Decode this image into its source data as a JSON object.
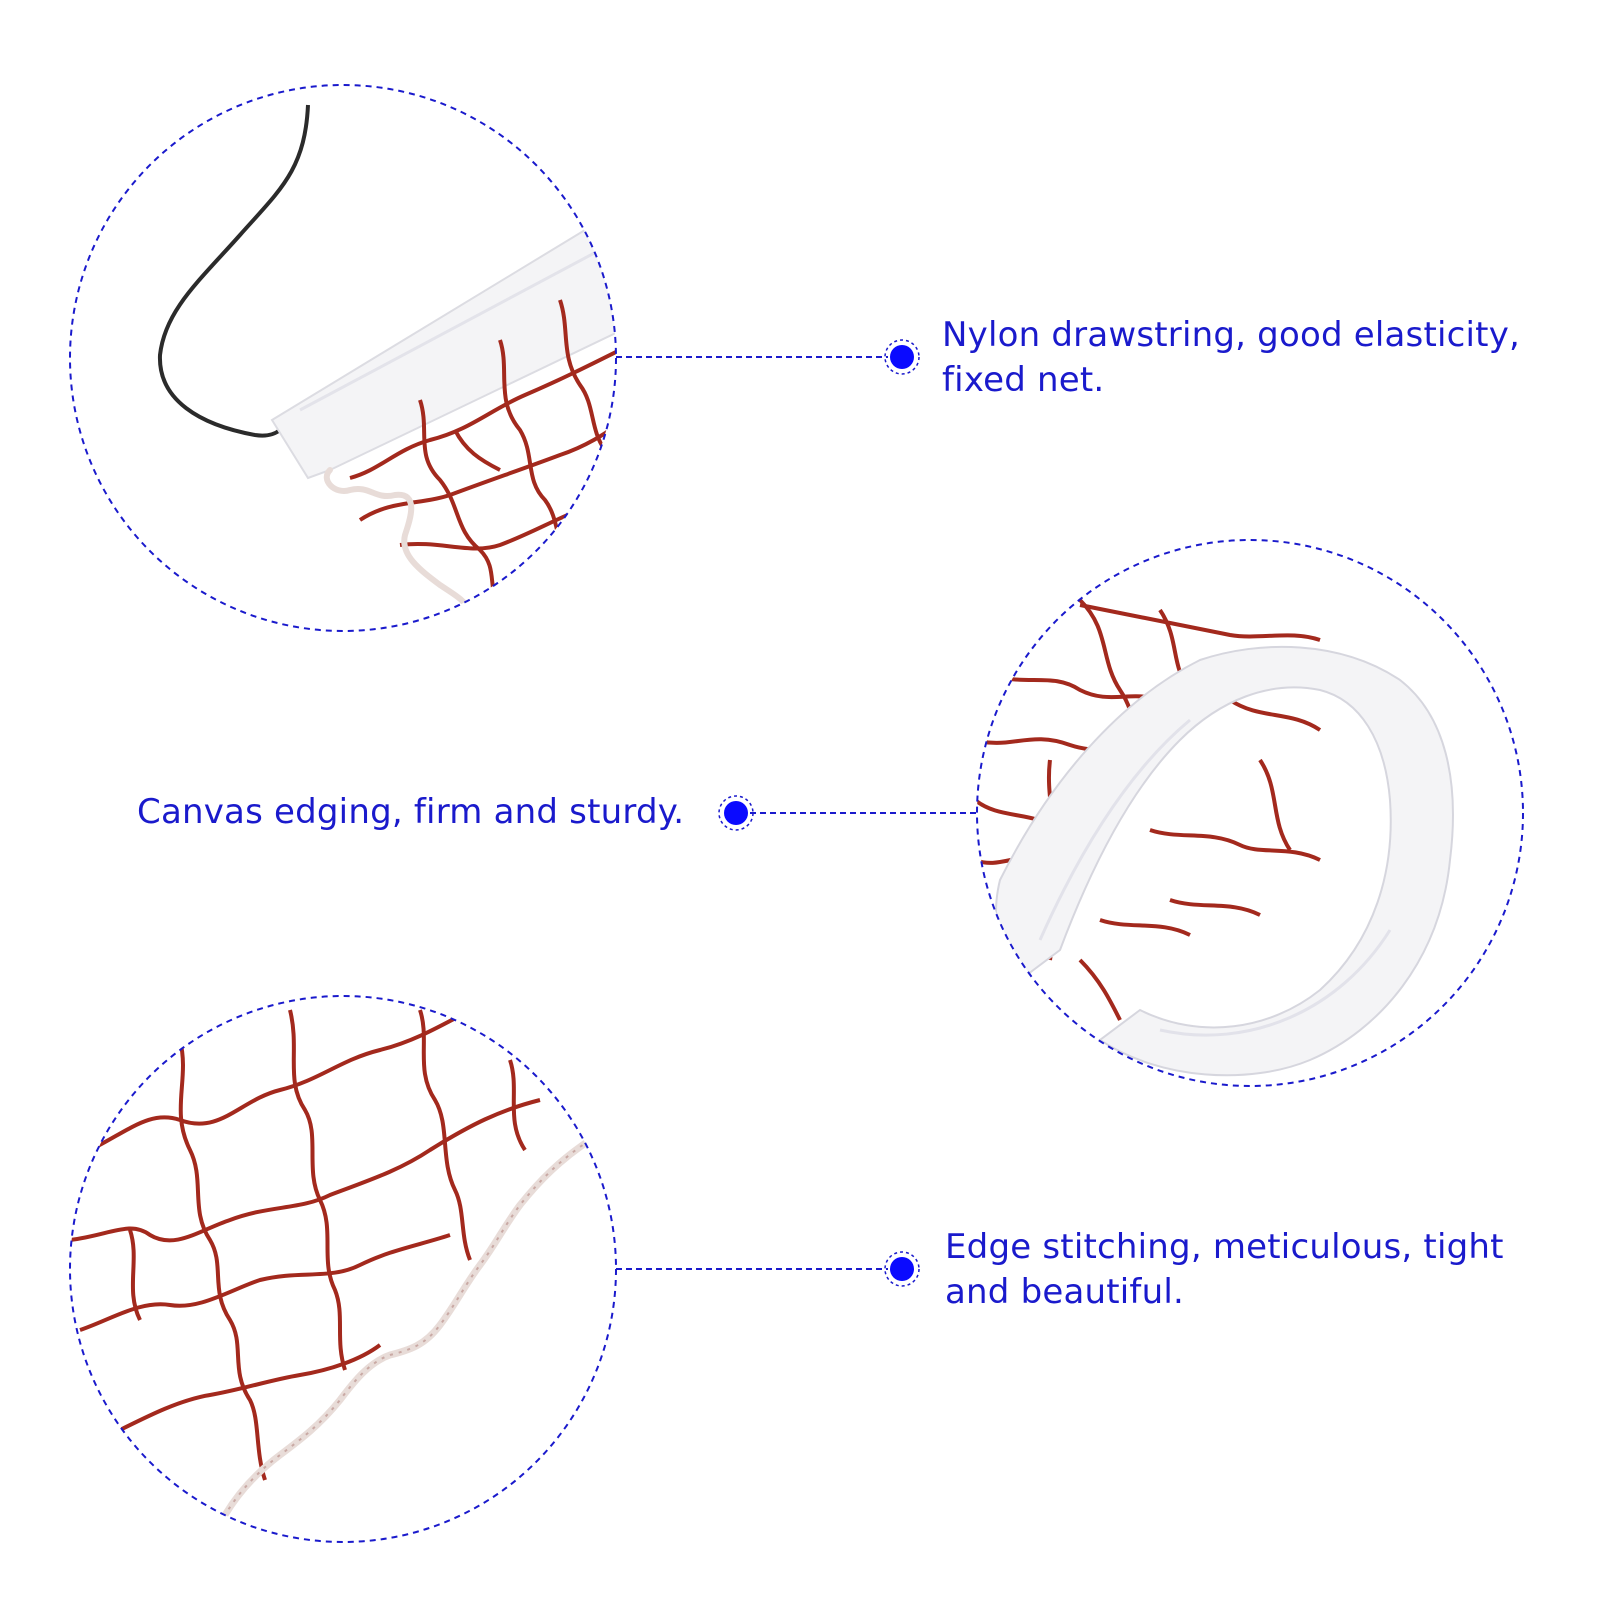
{
  "features": {
    "drawstring": {
      "text": "Nylon drawstring, good elasticity, fixed net."
    },
    "canvas_edging": {
      "text": "Canvas edging, firm and sturdy."
    },
    "edge_stitching": {
      "text": "Edge stitching, meticulous, tight and beautiful."
    }
  },
  "colors": {
    "accent": "#1a1acc",
    "dot": "#0a0aff",
    "net": "#a3291d",
    "canvas": "#f4f4f6",
    "cord": "#2b2b2b",
    "stitch": "#e8dcd8"
  }
}
